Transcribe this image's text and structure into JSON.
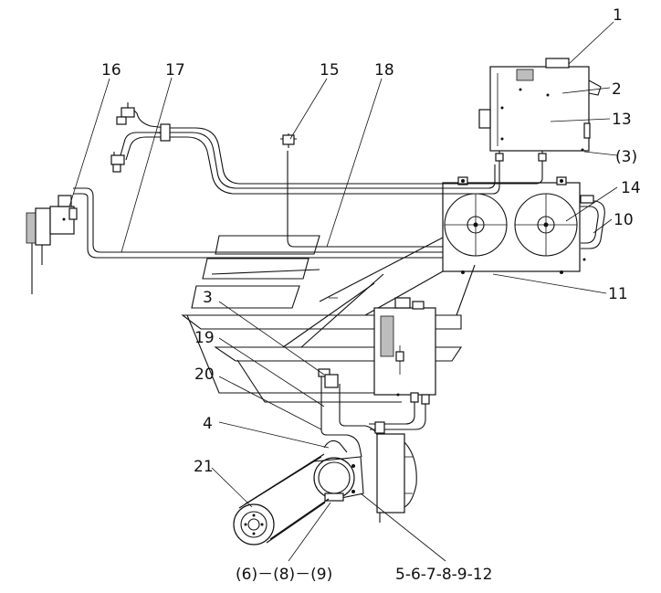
{
  "labels": {
    "l1": "1",
    "l2": "2",
    "l13": "13",
    "l3a": "(3)",
    "l14": "14",
    "l10": "10",
    "l11": "11",
    "l16": "16",
    "l17": "17",
    "l15": "15",
    "l18": "18",
    "l3b": "3",
    "l19": "19",
    "l20": "20",
    "l4": "4",
    "l21": "21"
  },
  "captions": {
    "left": "(6)－(8)－(9)",
    "right": "5-6-7-8-9-12"
  }
}
